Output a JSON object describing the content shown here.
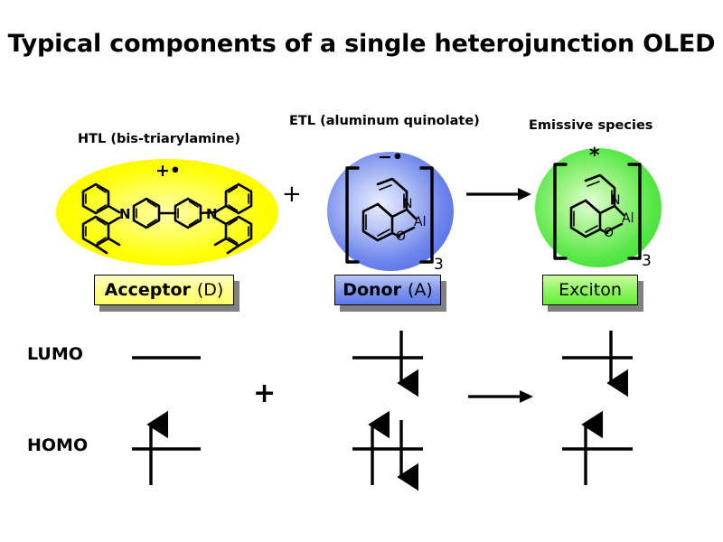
{
  "title": "Typical components of a single heterojunction OLED",
  "captions": {
    "htl": "HTL (bis-triarylamine)",
    "etl": "ETL (aluminum quinolate)",
    "emissive": "Emissive species"
  },
  "species": [
    {
      "id": "htl",
      "shape": "ellipse",
      "fill_color": "#ffff00",
      "charge_marker": "+•",
      "molecule": "bis-triarylamine (TPD) radical cation",
      "atom_labels": [
        "N",
        "N"
      ],
      "box_label_bold": "Acceptor",
      "box_label_light": "(D)",
      "box_color": "#ffff66"
    },
    {
      "id": "etl",
      "shape": "ellipse",
      "fill_color": "#4a6ae4",
      "charge_marker": "−•",
      "molecule": "aluminum quinolate (Alq3) radical anion",
      "atom_labels": [
        "N",
        "O",
        "Al"
      ],
      "subscript": "3",
      "box_label_bold": "Donor",
      "box_label_light": "(A)",
      "box_color": "#6f8bec"
    },
    {
      "id": "emissive",
      "shape": "ellipse",
      "fill_color": "#55e844",
      "charge_marker": "*",
      "molecule": "excited aluminum quinolate (Alq3*)",
      "atom_labels": [
        "N",
        "O",
        "Al"
      ],
      "subscript": "3",
      "box_label_bold": "Exciton",
      "box_label_light": "",
      "box_color": "#66ee33"
    }
  ],
  "operators": {
    "plus_top": "+",
    "plus_bottom": "+",
    "arrow_top": "→",
    "arrow_bottom": "→"
  },
  "orbitals": {
    "lumo_label": "LUMO",
    "homo_label": "HOMO",
    "columns": [
      {
        "id": "htl",
        "lumo_electrons": [],
        "homo_electrons": [
          "up"
        ]
      },
      {
        "id": "etl",
        "lumo_electrons": [
          "down"
        ],
        "homo_electrons": [
          "up",
          "down"
        ]
      },
      {
        "id": "emissive",
        "lumo_electrons": [
          "down"
        ],
        "homo_electrons": [
          "up"
        ]
      }
    ]
  },
  "colors": {
    "background": "#ffffff",
    "stroke": "#000000",
    "shadow": "#808080",
    "yellow": "#ffff00",
    "blue": "#4a6ae4",
    "green": "#55e844"
  }
}
